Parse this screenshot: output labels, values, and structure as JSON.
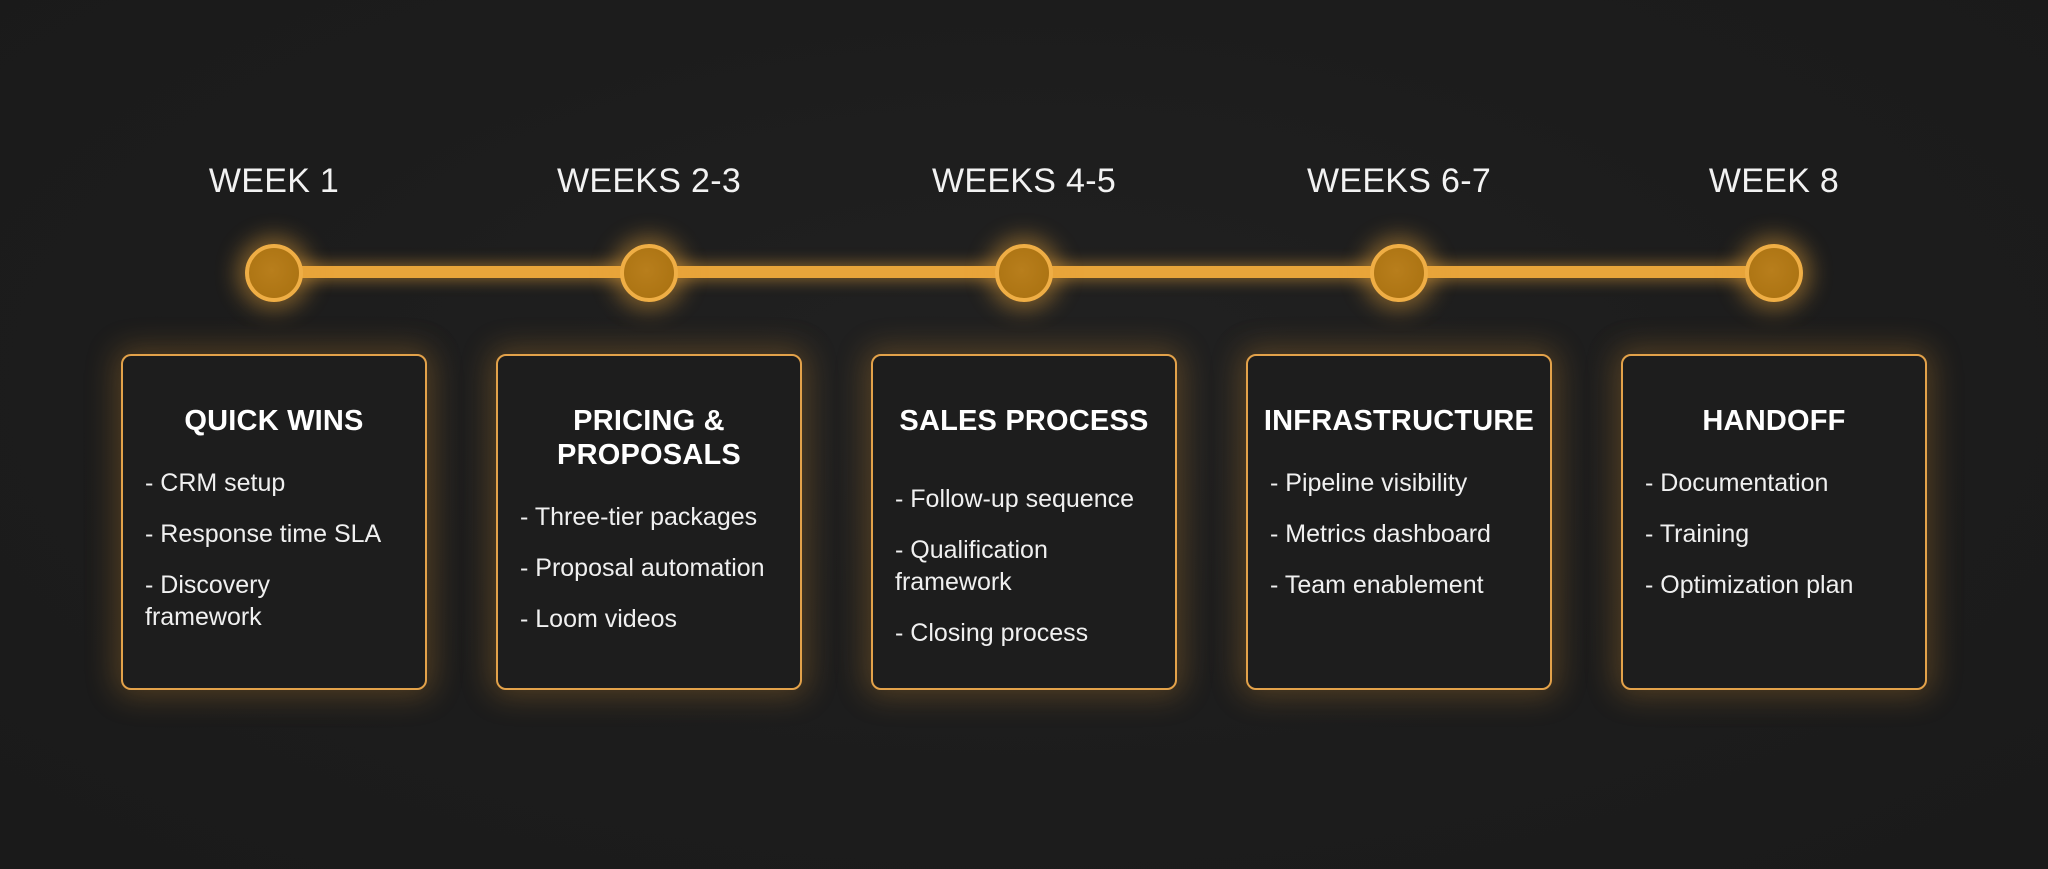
{
  "colors": {
    "background": "#1c1c1c",
    "accent": "#e8a53a",
    "node_fill": "#b07818",
    "card_border": "#e3a24a",
    "text": "#f4f4f4"
  },
  "timeline": {
    "phases": [
      {
        "week": "WEEK 1",
        "title": "QUICK WINS",
        "items": [
          "- CRM setup",
          "- Response time SLA",
          "- Discovery framework"
        ]
      },
      {
        "week": "WEEKS 2-3",
        "title": "PRICING & PROPOSALS",
        "items": [
          "- Three-tier packages",
          "- Proposal automation",
          "- Loom videos"
        ]
      },
      {
        "week": "WEEKS 4-5",
        "title": "SALES PROCESS",
        "items": [
          "- Follow-up sequence",
          "- Qualification framework",
          "- Closing process"
        ]
      },
      {
        "week": "WEEKS 6-7",
        "title": "INFRASTRUCTURE",
        "items": [
          "- Pipeline visibility",
          "- Metrics dashboard",
          "- Team enablement"
        ]
      },
      {
        "week": "WEEK 8",
        "title": "HANDOFF",
        "items": [
          "- Documentation",
          "- Training",
          "- Optimization plan"
        ]
      }
    ]
  }
}
